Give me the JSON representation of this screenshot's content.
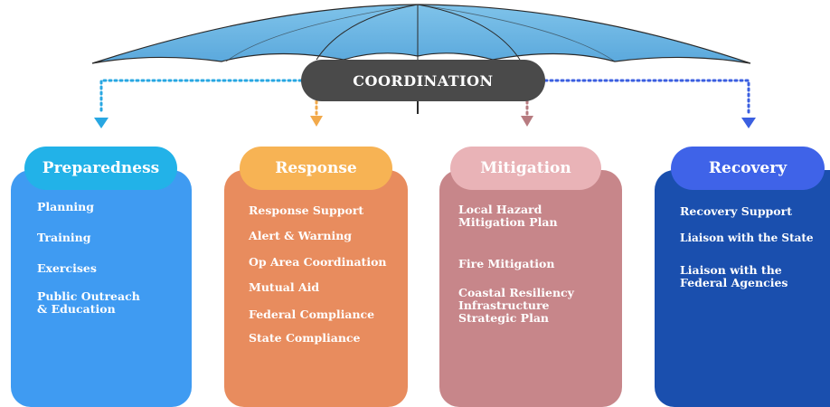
{
  "coordination": {
    "label": "COORDINATION"
  },
  "columns": [
    {
      "title": "Preparedness",
      "colors": {
        "card": "#3f9bf2",
        "pill": "#22b2e8",
        "arrow": "#28a7e2"
      },
      "items": [
        "Planning",
        "Training",
        "Exercises",
        "Public Outreach\n& Education"
      ]
    },
    {
      "title": "Response",
      "colors": {
        "card": "#e88c5e",
        "pill": "#f7b354",
        "arrow": "#f2a94a"
      },
      "items": [
        "Response Support",
        "Alert & Warning",
        "Op Area Coordination",
        "Mutual Aid",
        "Federal Compliance",
        "State Compliance"
      ]
    },
    {
      "title": "Mitigation",
      "colors": {
        "card": "#c7868a",
        "pill": "#e9b3b7",
        "arrow": "#b77b80"
      },
      "items": [
        "Local Hazard\nMitigation Plan",
        "Fire Mitigation",
        "Coastal Resiliency\nInfrastructure\nStrategic Plan"
      ]
    },
    {
      "title": "Recovery",
      "colors": {
        "card": "#1a4fae",
        "pill": "#3f63e8",
        "arrow": "#3b5fe0"
      },
      "items": [
        "Recovery Support",
        "Liaison with the State",
        "Liaison with the\nFederal Agencies"
      ]
    }
  ]
}
